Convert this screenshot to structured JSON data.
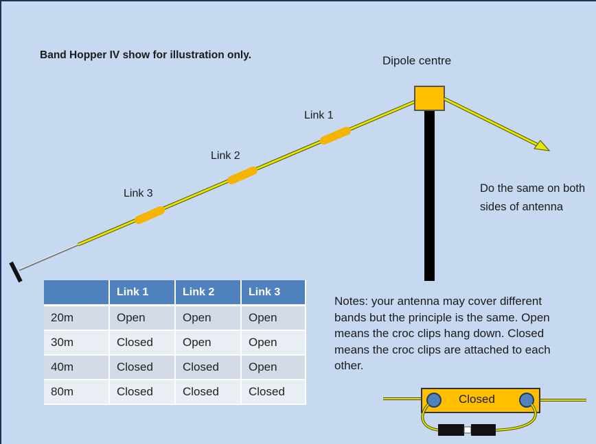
{
  "title": "Band Hopper IV show for illustration only.",
  "dipole_label": "Dipole centre",
  "links": [
    {
      "label": "Link 1"
    },
    {
      "label": "Link 2"
    },
    {
      "label": "Link 3"
    }
  ],
  "side_note": "Do the same on both sides of antenna",
  "notes": "Notes: your antenna may cover different bands but the principle is the same. Open means the croc clips hang down. Closed means the croc clips are attached to each other.",
  "closed_label": "Closed",
  "table": {
    "headers": [
      "",
      "Link 1",
      "Link 2",
      "Link 3"
    ],
    "rows": [
      [
        "20m",
        "Open",
        "Open",
        "Open"
      ],
      [
        "30m",
        "Closed",
        "Open",
        "Open"
      ],
      [
        "40m",
        "Closed",
        "Closed",
        "Open"
      ],
      [
        "80m",
        "Closed",
        "Closed",
        "Closed"
      ]
    ]
  },
  "colors": {
    "background": "#c6d9f1",
    "wire": "#e8e800",
    "link": "#f5b400",
    "mast": "#000000",
    "header": "#4f81bd"
  }
}
